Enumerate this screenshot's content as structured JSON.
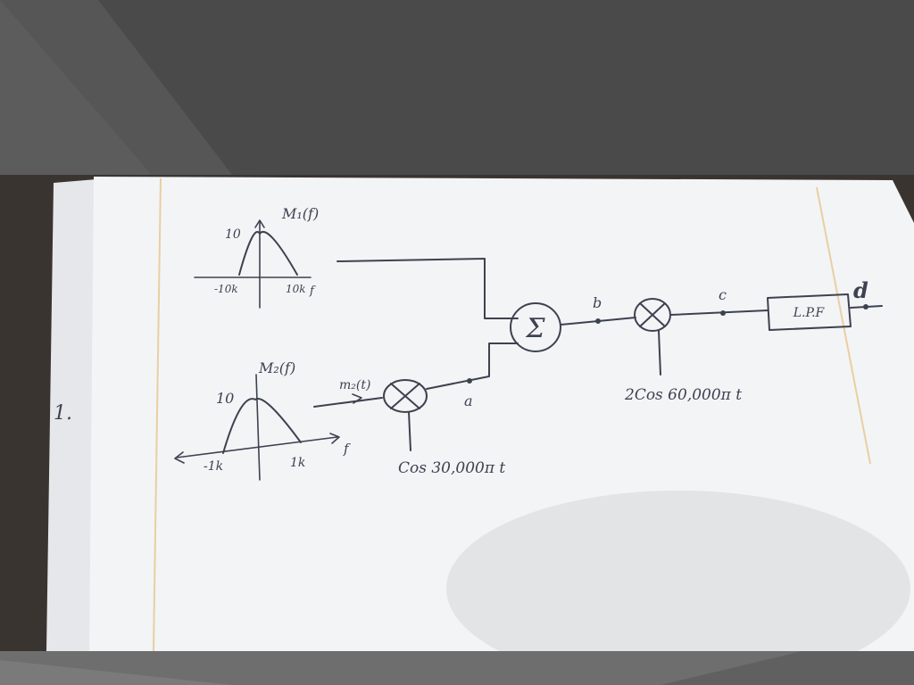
{
  "spectra": {
    "m1": {
      "title": "M₁(f)",
      "peak": "10",
      "left_tick": "-10k",
      "right_tick": "10k",
      "axis": "f"
    },
    "m2": {
      "title": "M₂(f)",
      "peak": "10",
      "left_tick": "-1k",
      "right_tick": "1k",
      "axis": "f"
    }
  },
  "blocks": {
    "summer_symbol": "Σ",
    "lpf_label": "L.P.F"
  },
  "signals": {
    "m2_time": "m₂(t)",
    "carrier1": "Cos 30,000π t",
    "carrier2": "2Cos 60,000π t"
  },
  "nodes": {
    "a": "a",
    "b": "b",
    "c": "c",
    "d": "d"
  },
  "margin_mark": "1."
}
